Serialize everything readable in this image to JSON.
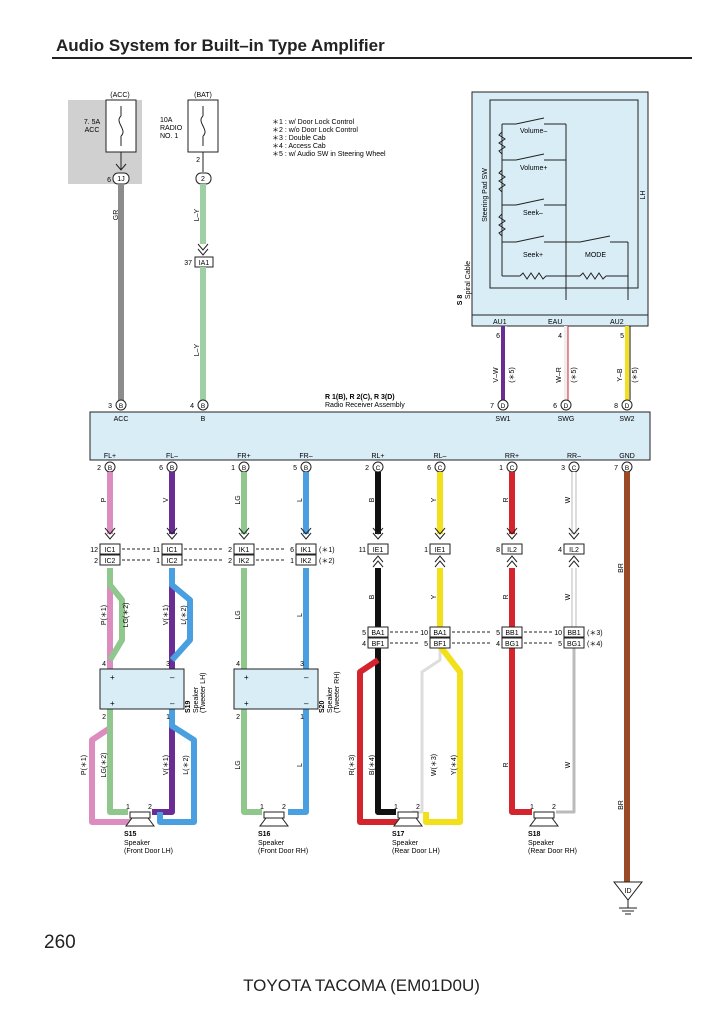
{
  "title": "Audio System for Built–in Type Amplifier",
  "page_number": "260",
  "footer": "TOYOTA TACOMA (EM01D0U)",
  "fuses": {
    "acc": {
      "source": "(ACC)",
      "rating": "7. 5A",
      "name": "ACC",
      "pin": "6",
      "connector": "1J",
      "wire": "GR"
    },
    "bat": {
      "source": "(BAT)",
      "rating": "10A",
      "name1": "RADIO",
      "name2": "NO. 1",
      "pin": "2",
      "connector": "2",
      "wire1": "L–Y",
      "wire2": "L–Y"
    }
  },
  "ia1": {
    "pin": "37",
    "label": "IA1"
  },
  "notes": [
    "＊1 : w/ Door Lock Control",
    "＊2 : w/o Door Lock Control",
    "＊3 : Double Cab",
    "＊4 : Access Cab",
    "＊5 : w/ Audio SW in Steering Wheel"
  ],
  "steering": {
    "pad_label": "Steering Pad SW",
    "side_label": "LH",
    "spiral_id": "S 8",
    "spiral_label": "Spiral Cable",
    "switches": [
      "Volume–",
      "Volume+",
      "Seek–",
      "Seek+",
      "MODE"
    ],
    "pins": [
      {
        "name": "AU1",
        "pin": "6",
        "wire": "V–W",
        "note": "(＊5)"
      },
      {
        "name": "EAU",
        "pin": "4",
        "wire": "W–R",
        "note": "(＊5)"
      },
      {
        "name": "AU2",
        "pin": "5",
        "wire": "Y–B",
        "note": "(＊5)"
      }
    ]
  },
  "receiver": {
    "id": "R 1(B), R 2(C), R 3(D)",
    "name": "Radio Receiver Assembly",
    "top_pins": [
      {
        "pin": "3",
        "conn": "B",
        "label": "ACC"
      },
      {
        "pin": "4",
        "conn": "B",
        "label": "B"
      },
      {
        "pin": "7",
        "conn": "D",
        "label": "SW1"
      },
      {
        "pin": "6",
        "conn": "D",
        "label": "SWG"
      },
      {
        "pin": "8",
        "conn": "D",
        "label": "SW2"
      }
    ],
    "bottom_pins": [
      {
        "label": "FL+",
        "pin": "2",
        "conn": "B",
        "wire": "P"
      },
      {
        "label": "FL–",
        "pin": "6",
        "conn": "B",
        "wire": "V"
      },
      {
        "label": "FR+",
        "pin": "1",
        "conn": "B",
        "wire": "LG"
      },
      {
        "label": "FR–",
        "pin": "5",
        "conn": "B",
        "wire": "L"
      },
      {
        "label": "RL+",
        "pin": "2",
        "conn": "C",
        "wire": "B"
      },
      {
        "label": "RL–",
        "pin": "6",
        "conn": "C",
        "wire": "Y"
      },
      {
        "label": "RR+",
        "pin": "1",
        "conn": "C",
        "wire": "R"
      },
      {
        "label": "RR–",
        "pin": "3",
        "conn": "C",
        "wire": "W"
      },
      {
        "label": "GND",
        "pin": "7",
        "conn": "B",
        "wire": "BR"
      }
    ]
  },
  "connectors_mid": {
    "left": [
      {
        "p1": "12",
        "c1": "IC1",
        "p2": "11",
        "c2": "IC1",
        "p3": "2",
        "c3": "IK1",
        "p4": "6",
        "c4": "IK1",
        "note": "(＊1)"
      },
      {
        "p1": "2",
        "c1": "IC2",
        "p2": "1",
        "c2": "IC2",
        "p3": "2",
        "c3": "IK2",
        "p4": "1",
        "c4": "IK2",
        "note": "(＊2)"
      }
    ],
    "right": [
      {
        "p1": "11",
        "c1": "IE1",
        "p2": "1",
        "c2": "IE1",
        "p3": "8",
        "c3": "IL2",
        "p4": "4",
        "c4": "IL2"
      }
    ]
  },
  "connectors_low": [
    {
      "p1": "5",
      "c1": "BA1",
      "p2": "10",
      "c2": "BA1",
      "p3": "5",
      "c3": "BB1",
      "p4": "10",
      "c4": "BB1",
      "note": "(＊3)"
    },
    {
      "p1": "4",
      "c1": "BF1",
      "p2": "5",
      "c2": "BF1",
      "p3": "4",
      "c3": "BG1",
      "p4": "5",
      "c4": "BG1",
      "note": "(＊4)"
    }
  ],
  "wire_labels": {
    "fl_upper": [
      "P(＊1)",
      "LG(＊2)",
      "V(＊1)",
      "L(＊2)"
    ],
    "fr_upper": [
      "LG",
      "L"
    ],
    "fl_lower": [
      "P(＊1)",
      "LG(＊2)",
      "V(＊1)",
      "L(＊2)"
    ],
    "fr_lower": [
      "LG",
      "L"
    ],
    "rl_mid": [
      "B",
      "Y"
    ],
    "rr_mid": [
      "R",
      "W"
    ],
    "rl_lower": [
      "R(＊3)",
      "B(＊4)",
      "W(＊3)",
      "Y(＊4)"
    ],
    "rr_lower": [
      "R",
      "W"
    ],
    "gnd": [
      "BR",
      "BR"
    ]
  },
  "tweeters": [
    {
      "id": "S19",
      "label1": "Speaker",
      "label2": "(Tweeter LH)",
      "pins_top": [
        "4",
        "3"
      ],
      "pins_bottom": [
        "2",
        "1"
      ]
    },
    {
      "id": "S20",
      "label1": "Speaker",
      "label2": "(Tweeter RH)",
      "pins_top": [
        "4",
        "3"
      ],
      "pins_bottom": [
        "2",
        "1"
      ]
    }
  ],
  "speakers": [
    {
      "id": "S15",
      "label1": "Speaker",
      "label2": "(Front Door LH)"
    },
    {
      "id": "S16",
      "label1": "Speaker",
      "label2": "(Front Door RH)"
    },
    {
      "id": "S17",
      "label1": "Speaker",
      "label2": "(Rear Door LH)"
    },
    {
      "id": "S18",
      "label1": "Speaker",
      "label2": "(Rear Door RH)"
    }
  ],
  "speaker_pins": [
    "1",
    "2"
  ],
  "tweeter_signs": [
    "+",
    "–"
  ],
  "ground": {
    "label": "ID"
  },
  "colors": {
    "gray": "#8c8c8c",
    "lightgreen": "#9fcfa5",
    "pink": "#dd8cbf",
    "violet": "#6a2d96",
    "lg": "#8fc78d",
    "blue": "#4a9fe0",
    "black": "#111111",
    "yellow": "#f2e01a",
    "red": "#d4242e",
    "white_wire": "#bbbbbb",
    "brown": "#9b4a25",
    "box_fill": "#d9edf7",
    "fuse_shade": "#d0d0d0"
  }
}
